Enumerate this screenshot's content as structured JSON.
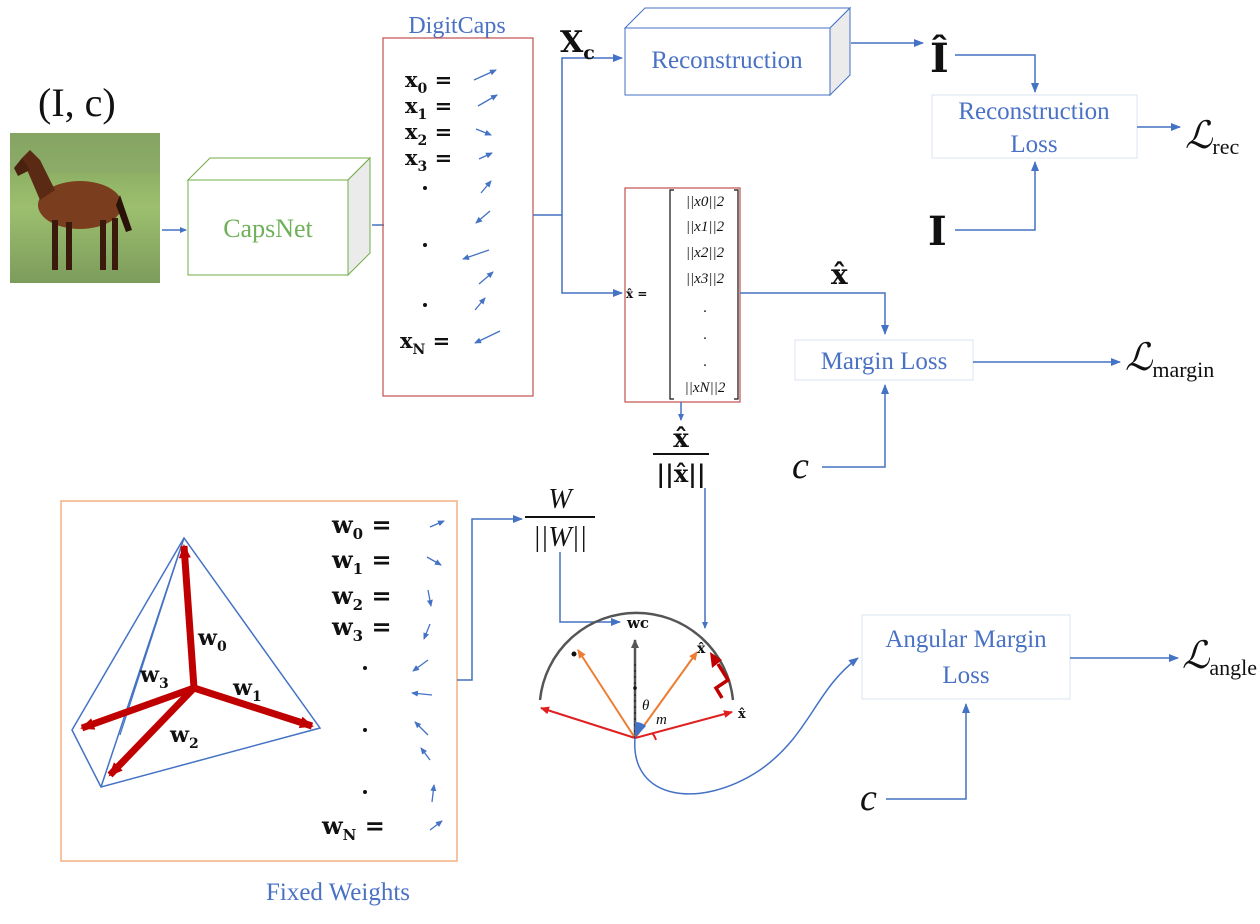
{
  "input": {
    "pair_label": "(I, c)"
  },
  "capsnet": {
    "label": "CapsNet"
  },
  "digitcaps": {
    "title": "DigitCaps",
    "vectors": [
      {
        "sym": "x",
        "sub": "0"
      },
      {
        "sym": "x",
        "sub": "1"
      },
      {
        "sym": "x",
        "sub": "2"
      },
      {
        "sym": "x",
        "sub": "3"
      },
      {
        "sym": "x",
        "sub": "N"
      }
    ]
  },
  "xc_label": {
    "sym": "X",
    "sub": "c"
  },
  "reconstruction": {
    "label": "Reconstruction",
    "output_label": "Î",
    "loss_line1": "Reconstruction",
    "loss_line2": "Loss",
    "target_label": "I",
    "loss_symbol": "ℒ",
    "loss_sub": "rec"
  },
  "norms": {
    "lhs": "x̂ =",
    "entries": [
      "||x0||2",
      "||x1||2",
      "||x2||2",
      "||x3||2",
      ".",
      ".",
      ".",
      "||xN||2"
    ],
    "output_label": "x̂"
  },
  "margin": {
    "label": "Margin Loss",
    "class_label": "c",
    "loss_symbol": "ℒ",
    "loss_sub": "margin"
  },
  "normalized": {
    "numerator": "x̂",
    "denominator": "||x̂||"
  },
  "weights": {
    "caption": "Fixed Weights",
    "vectors": [
      {
        "sym": "w",
        "sub": "0"
      },
      {
        "sym": "w",
        "sub": "1"
      },
      {
        "sym": "w",
        "sub": "2"
      },
      {
        "sym": "w",
        "sub": "3"
      },
      {
        "sym": "w",
        "sub": "N"
      }
    ],
    "tetra_labels": [
      {
        "sym": "w",
        "sub": "0"
      },
      {
        "sym": "w",
        "sub": "1"
      },
      {
        "sym": "w",
        "sub": "2"
      },
      {
        "sym": "w",
        "sub": "3"
      }
    ],
    "norm_numerator": "W",
    "norm_denominator": "||W||"
  },
  "angular": {
    "wc_label": "wc",
    "xhat_label": "x̂",
    "theta": "θ",
    "m": "m",
    "xhat2_label": "x̂",
    "loss_line1": "Angular Margin",
    "loss_line2": "Loss",
    "class_label": "c",
    "loss_symbol": "ℒ",
    "loss_sub": "angle"
  },
  "colors": {
    "arrow_blue": "#4472c4",
    "capsnet_green": "#70ad47",
    "digitcaps_red": "#c0504d",
    "weights_orange": "#f4b183",
    "tetra_red": "#c00000",
    "vector_orange": "#ed7d31",
    "vector_red": "#e02020"
  }
}
